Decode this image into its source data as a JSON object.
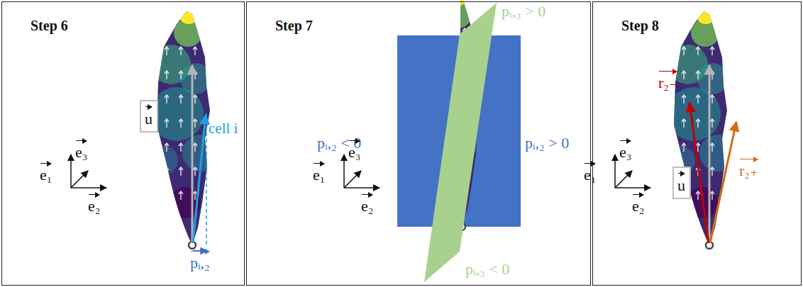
{
  "diagram": {
    "nodes": [
      {
        "text": [
          "Step 6"
        ]
      },
      {
        "text": [
          "u"
        ],
        "in": 0
      },
      {
        "text": [
          "Step 7"
        ]
      },
      {
        "text": [
          "Step 8"
        ]
      },
      {
        "text": [
          "u"
        ],
        "in": 3
      }
    ],
    "labels": [
      "cell i",
      "pᵢ,₂",
      "e₁",
      "e₃",
      "e₂",
      "pᵢ,₂ < 0",
      "pᵢ,₂ > 0",
      "pᵢ,₃ > 0",
      "pᵢ,₃ < 0",
      "e₁",
      "e₃",
      "e₂",
      "r₂₋",
      "r₂₊",
      "e₁",
      "e₃",
      "e₂"
    ]
  }
}
